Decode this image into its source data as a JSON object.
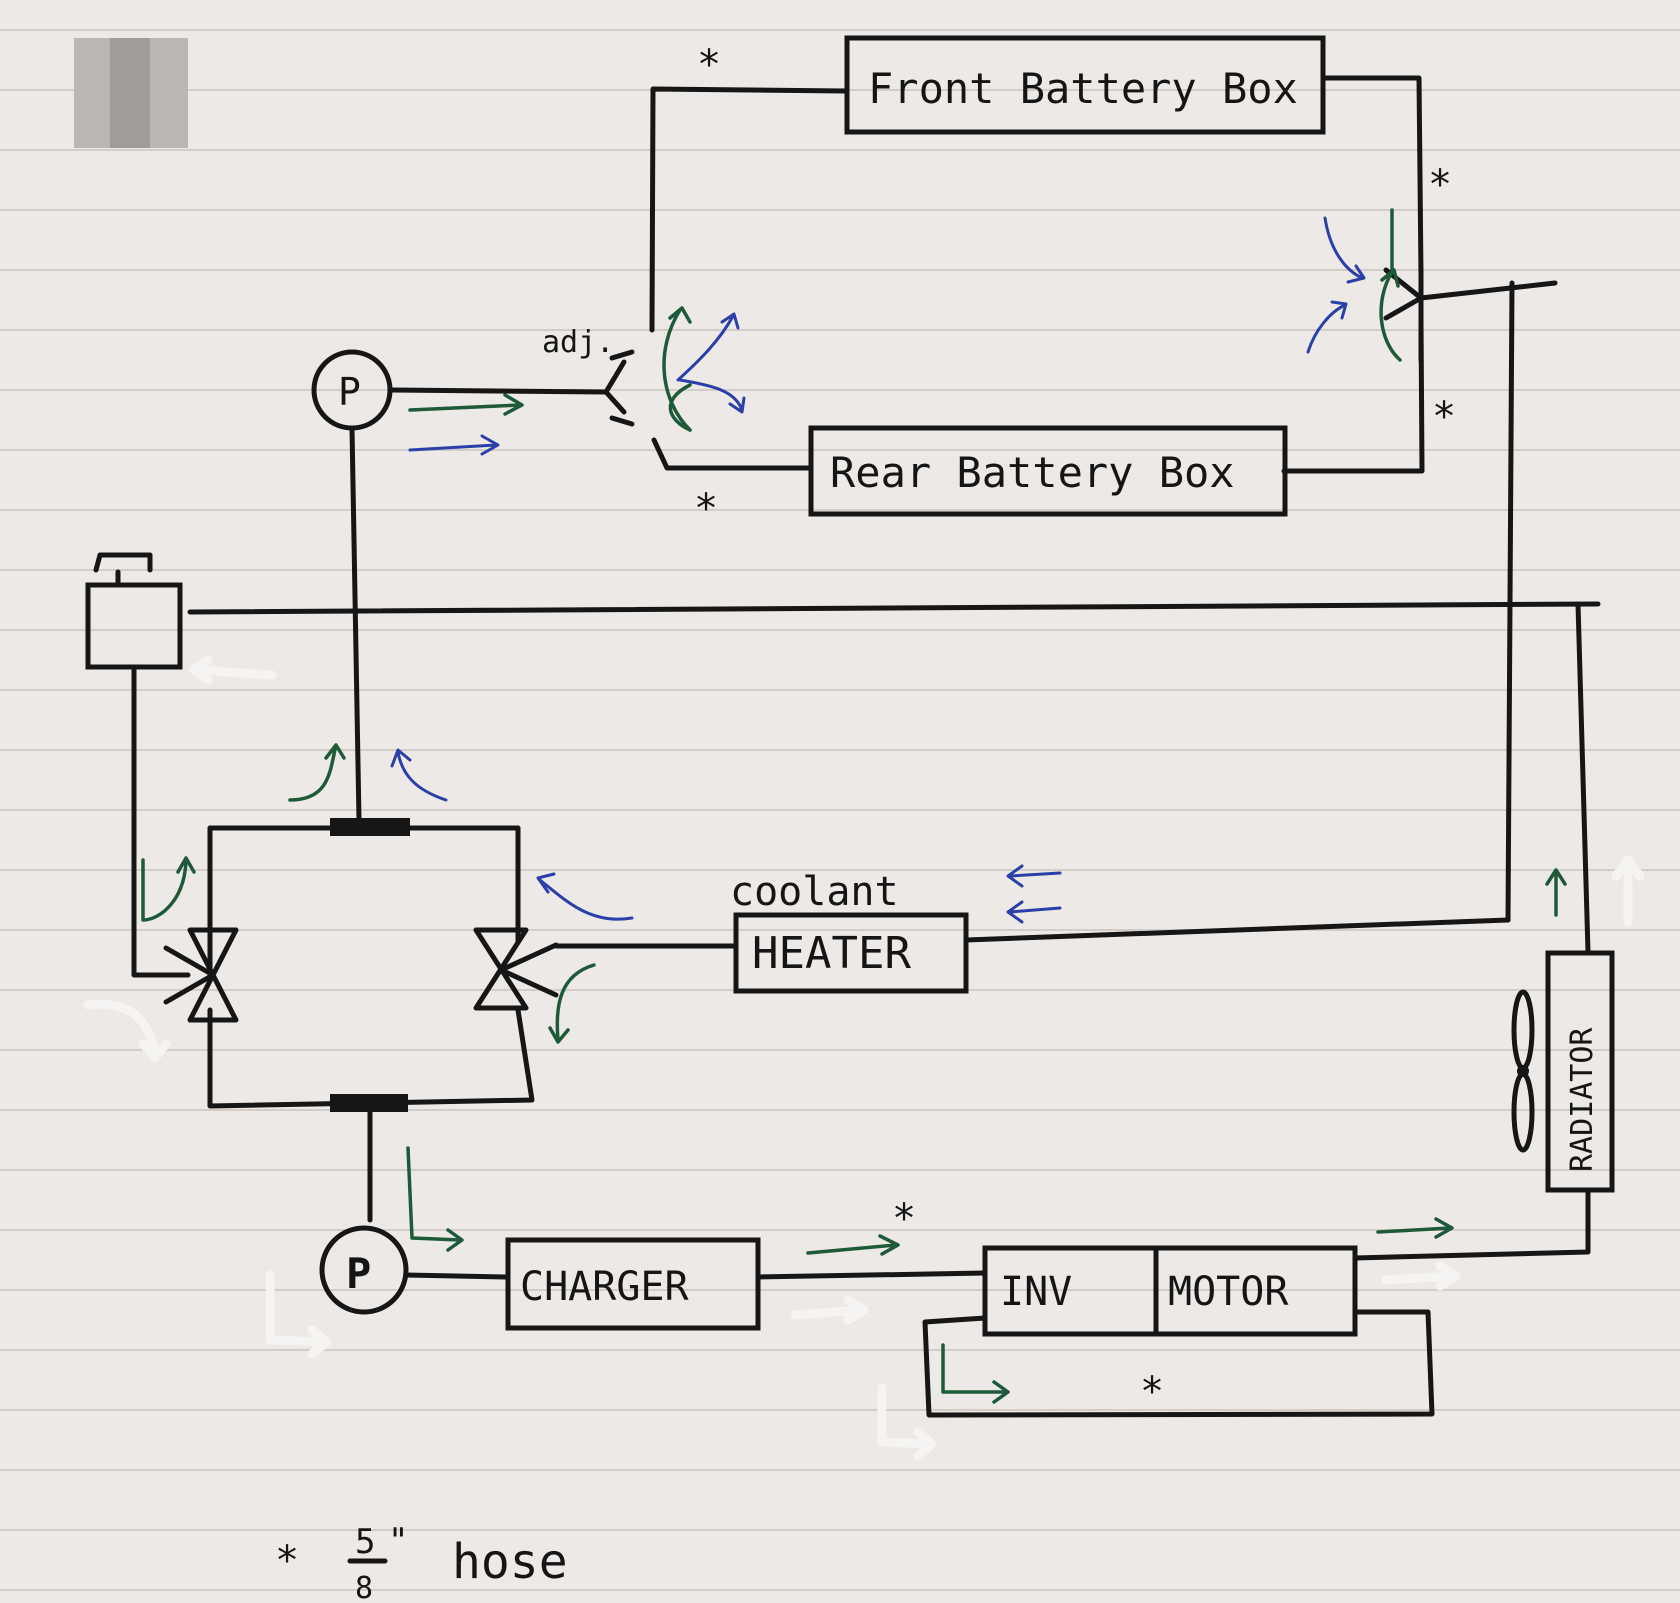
{
  "labels": {
    "front_battery_box": "Front Battery Box",
    "rear_battery_box": "Rear Battery Box",
    "adj": "adj.",
    "pump_top": "P",
    "pump_bottom": "P",
    "coolant": "coolant",
    "heater": "HEATER",
    "charger": "CHARGER",
    "inv": "INV",
    "motor": "MOTOR",
    "radiator": "RADIATOR"
  },
  "hose_markers": [
    "*",
    "*",
    "*",
    "*",
    "*",
    "*"
  ],
  "legend": {
    "symbol": "*",
    "numerator": "5",
    "denominator": "8",
    "inch_mark": "\"",
    "text": "hose"
  },
  "colors": {
    "paper": "#ece9e6",
    "ink": "#161616",
    "green_arrow": "#1f5a38",
    "blue_arrow": "#2a3fa8",
    "white_arrow": "#f5f4f2"
  }
}
